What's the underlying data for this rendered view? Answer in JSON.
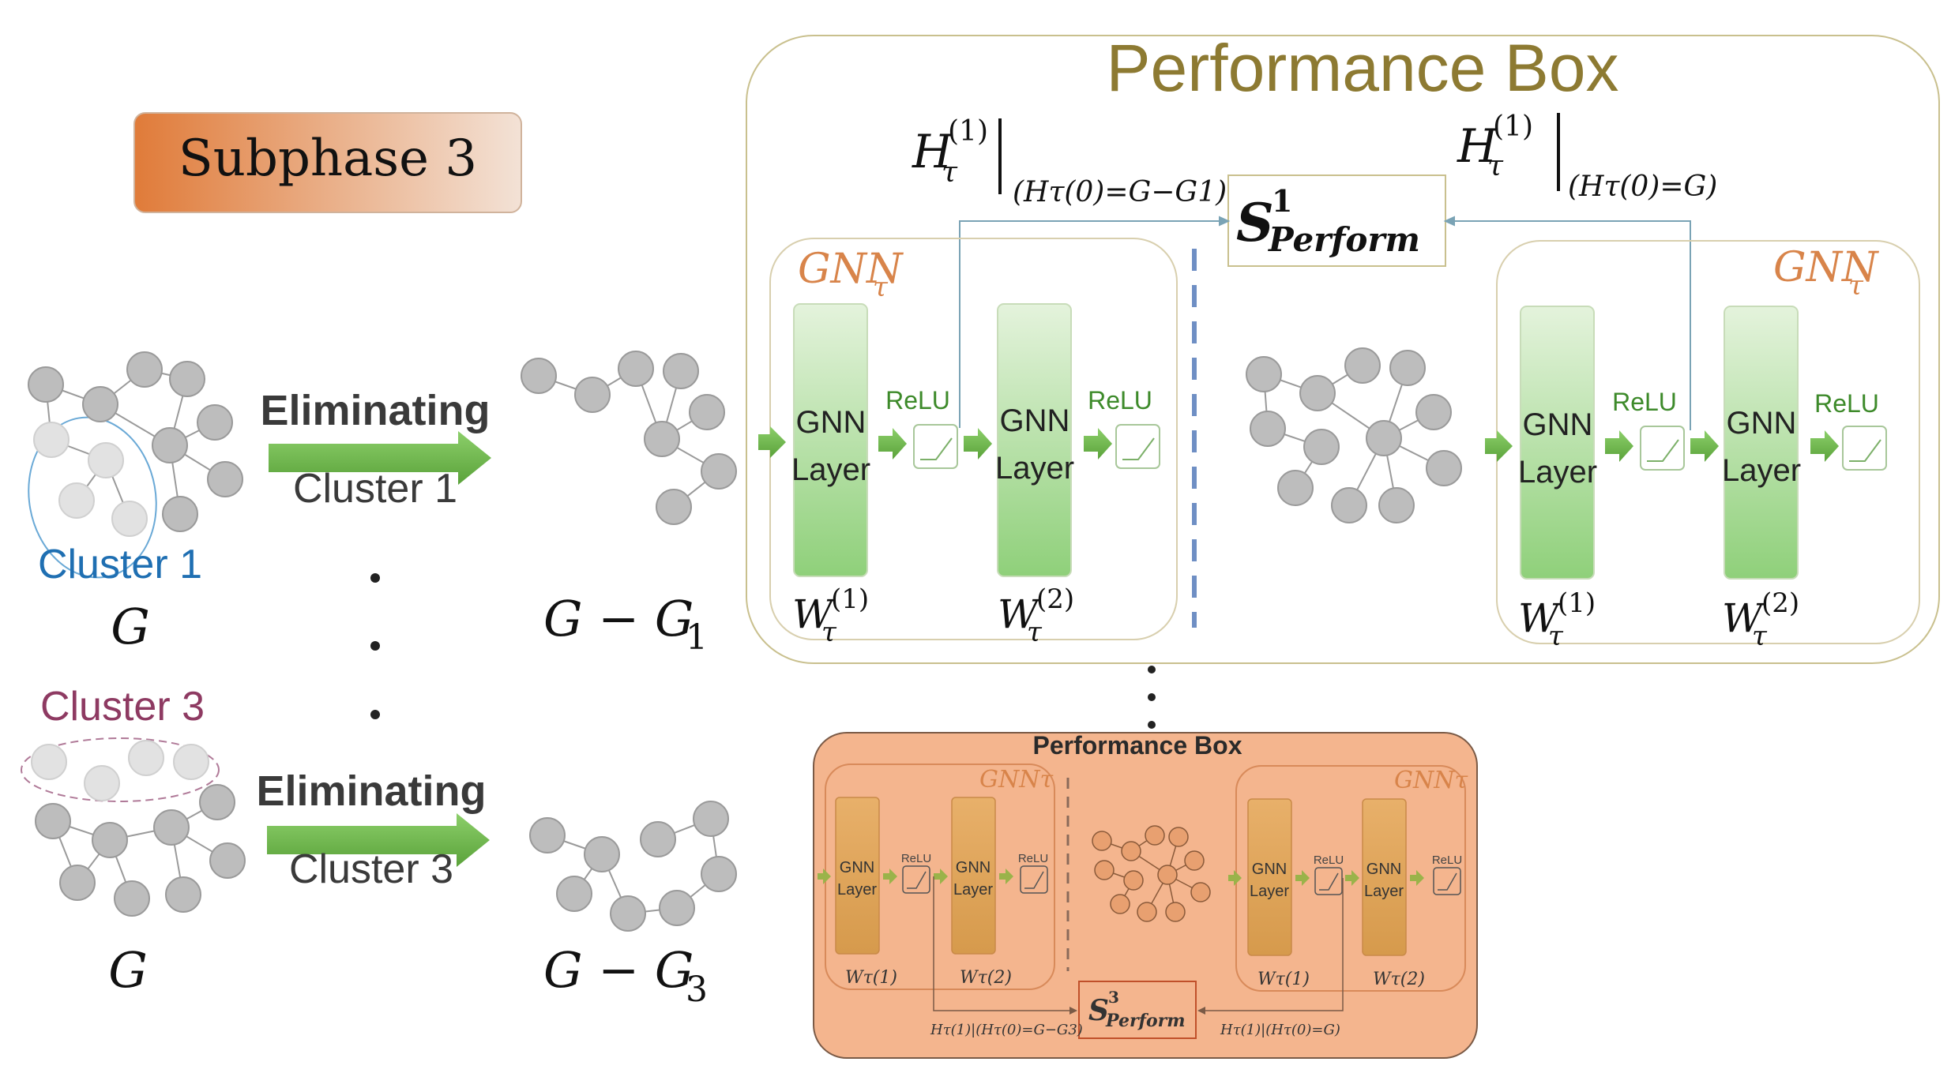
{
  "subphase_label": "Subphase 3",
  "cluster1": {
    "label": "Cluster 1",
    "graph_label": "G",
    "arrow_top": "Eliminating",
    "arrow_bottom": "Cluster 1",
    "result_label": "G − G",
    "result_sub": "1"
  },
  "cluster3": {
    "label": "Cluster 3",
    "graph_label": "G",
    "arrow_top": "Eliminating",
    "arrow_bottom": "Cluster 3",
    "result_label": "G − G",
    "result_sub": "3"
  },
  "vertical_dots": "·",
  "perf_box_main": {
    "title": "Performance Box",
    "gnn_title": "GNN",
    "gnn_sub": "τ",
    "layer_line1": "GNN",
    "layer_line2": "Layer",
    "relu": "ReLU",
    "w_base": "W",
    "w_sub": "τ",
    "w1_sup": "(1)",
    "w2_sup": "(2)",
    "h_left": {
      "base": "H",
      "sub": "τ",
      "sup": "(1)",
      "cond": "(Hτ(0)=G−G1)"
    },
    "h_right": {
      "base": "H",
      "sub": "τ",
      "sup": "(1)",
      "cond": "(Hτ(0)=G)"
    },
    "s_base": "S",
    "s_sup": "1",
    "s_sub": "Perform"
  },
  "perf_box_small": {
    "title": "Performance Box",
    "gnn_title": "GNNτ",
    "layer_line1": "GNN",
    "layer_line2": "Layer",
    "relu": "ReLU",
    "w1": "Wτ(1)",
    "w2": "Wτ(2)",
    "h_left": "Hτ(1)|(Hτ(0)=G−G3)",
    "h_right": "Hτ(1)|(Hτ(0)=G)",
    "s_base": "S",
    "s_sup": "3",
    "s_sub": "Perform"
  },
  "colors": {
    "subphase_gradient_start": "#e07b39",
    "subphase_gradient_end": "#f3e2d6",
    "cluster1_text": "#1f6fb2",
    "cluster3_text": "#8e3a62",
    "perf_title": "#8d7a32",
    "gnn_title": "#d8844a",
    "arrow_green": "#6ab04c",
    "layer_green_top": "#dcefd2",
    "layer_green_bottom": "#8fd07a",
    "dashed_blue": "#6f8fc4",
    "orange_panel": "#f4b58e",
    "node_gray": "#bdbdbd"
  }
}
